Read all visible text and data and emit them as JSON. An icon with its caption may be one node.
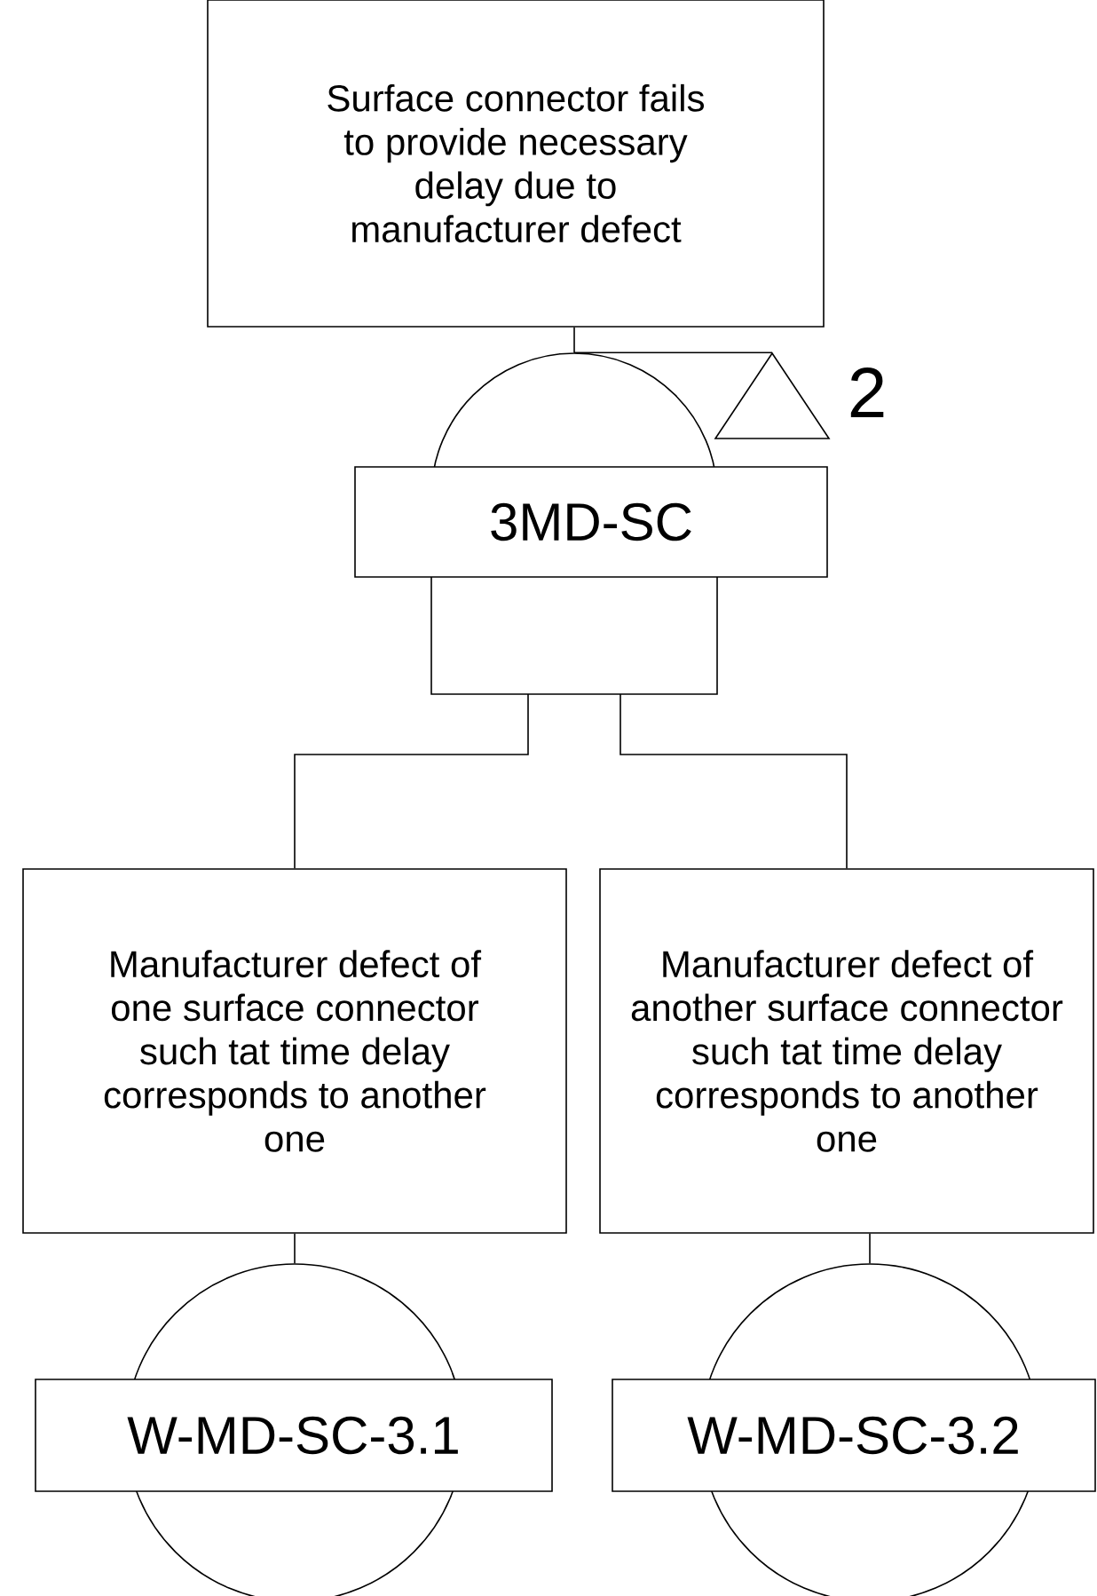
{
  "diagram": {
    "nodes": [
      {
        "text": [
          "Surface connector fails to provide necessary delay due to manufacturer defect"
        ]
      },
      {
        "text": [],
        "shape": "gate"
      },
      {
        "text": [
          "3MD-SC"
        ]
      },
      {
        "text": [],
        "shape": "triangle",
        "beside": [
          "2"
        ]
      },
      {
        "text": [
          "Manufacturer defect of one surface connector such tat time delay corresponds to another one"
        ]
      },
      {
        "text": [
          "Manufacturer defect of another surface connector such tat time delay corresponds to another one"
        ]
      },
      {
        "text": [
          "W-MD-SC-3.1"
        ]
      },
      {
        "text": [
          "W-MD-SC-3.2"
        ]
      }
    ],
    "edges": [
      {
        "from": 0,
        "to": 1,
        "arrow": "none"
      },
      {
        "from": 1,
        "to": 3,
        "arrow": "none"
      },
      {
        "from": 1,
        "to": 4,
        "arrow": "none"
      },
      {
        "from": 1,
        "to": 5,
        "arrow": "none"
      },
      {
        "from": 4,
        "to": 6,
        "arrow": "none"
      },
      {
        "from": 5,
        "to": 7,
        "arrow": "none"
      }
    ]
  }
}
